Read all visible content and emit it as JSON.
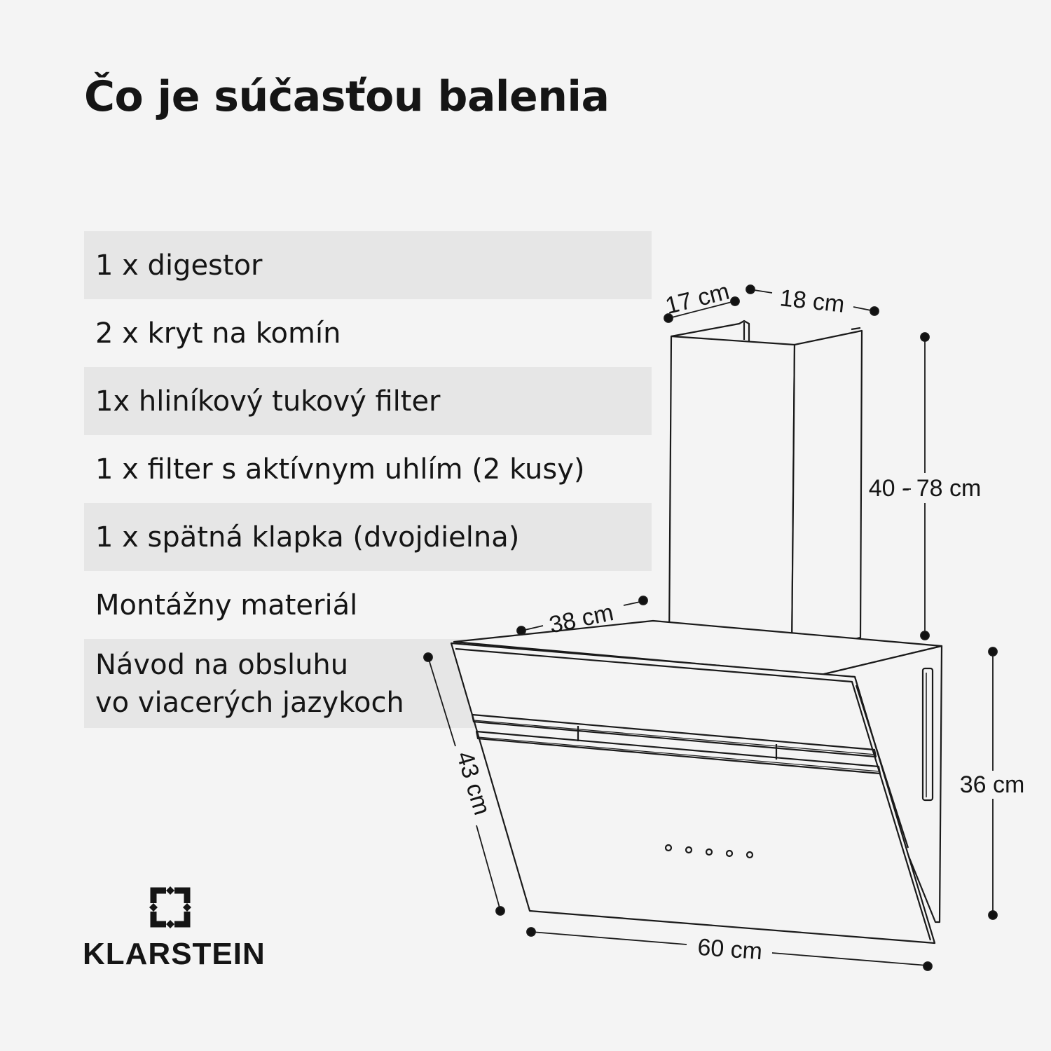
{
  "title": "Čo je súčasťou balenia",
  "items": [
    {
      "text": "1 x digestor"
    },
    {
      "text": "2 x kryt na komín"
    },
    {
      "text": "1x hliníkový tukový filter"
    },
    {
      "text": "1 x filter s aktívnym uhlím (2 kusy)"
    },
    {
      "text": "1 x spätná klapka (dvojdielna)"
    },
    {
      "text": "Montážny materiál"
    },
    {
      "lines": [
        "Návod na obsluhu",
        "vo viacerých jazykoch"
      ]
    }
  ],
  "dimensions": {
    "chimney_depth": "17 cm",
    "chimney_width": "18 cm",
    "chimney_height": "40 - 78 cm",
    "hood_top_depth": "38 cm",
    "glass_height": "43 cm",
    "body_height": "36 cm",
    "hood_width": "60 cm"
  },
  "brand": "KLARSTEIN"
}
